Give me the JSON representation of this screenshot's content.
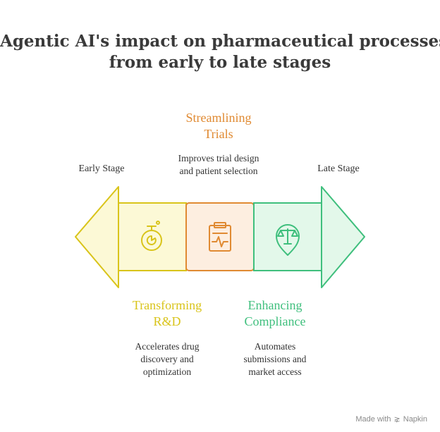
{
  "title": {
    "line1": "Agentic AI's impact on pharmaceutical processes,",
    "line2": "from early to late stages"
  },
  "stages": {
    "early": "Early Stage",
    "late": "Late Stage"
  },
  "steps": [
    {
      "heading_line1": "Transforming",
      "heading_line2": "R&D",
      "desc_line1": "Accelerates drug",
      "desc_line2": "discovery and",
      "desc_line3": "optimization",
      "icon": "flask-icon",
      "color": "#d9c41a",
      "fill": "#fcf9d6"
    },
    {
      "heading_line1": "Streamlining",
      "heading_line2": "Trials",
      "desc_line1": "Improves trial design",
      "desc_line2": "and patient selection",
      "icon": "clipboard-icon",
      "color": "#e08a32",
      "fill": "#fdeee0"
    },
    {
      "heading_line1": "Enhancing",
      "heading_line2": "Compliance",
      "desc_line1": "Automates",
      "desc_line2": "submissions and",
      "desc_line3": "market access",
      "icon": "balance-scale-icon",
      "color": "#3fbf7d",
      "fill": "#e3f8ea"
    }
  ],
  "footer": {
    "made_with": "Made with",
    "brand": "Napkin"
  }
}
